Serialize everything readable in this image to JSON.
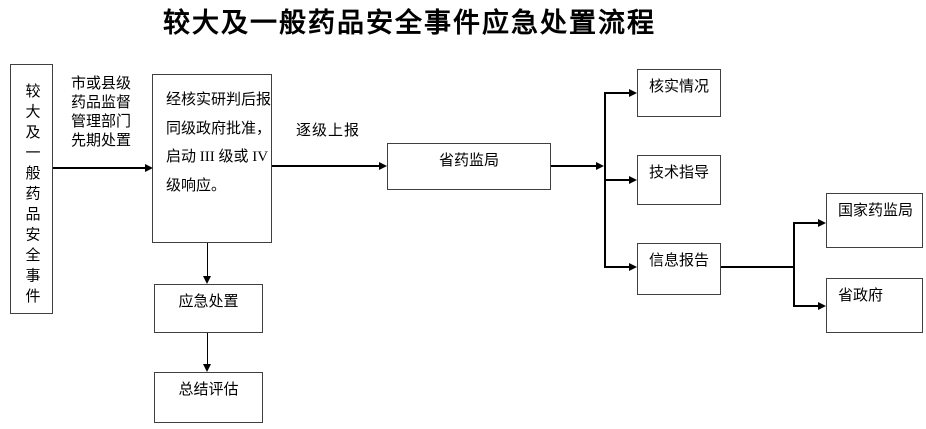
{
  "title": "较大及一般药品安全事件应急处置流程",
  "nodes": {
    "event": {
      "label": "较大及一般药品安全事件"
    },
    "approval": {
      "lines": [
        "经核实研判后报",
        "同级政府批准，",
        "启动 III 级或 IV",
        "级响应。"
      ]
    },
    "emergency": {
      "label": "应急处置"
    },
    "summary": {
      "label": "总结评估"
    },
    "provincial_drug_admin": {
      "label": "省药监局"
    },
    "verify": {
      "label": "核实情况"
    },
    "guidance": {
      "label": "技术指导"
    },
    "info_report": {
      "label": "信息报告"
    },
    "national_drug_admin": {
      "label": "国家药监局"
    },
    "provincial_gov": {
      "label": "省政府"
    }
  },
  "edge_labels": {
    "initial_disposal": {
      "lines": [
        "市或县级",
        "药品监督",
        "管理部门",
        "先期处置"
      ]
    },
    "escalate_report": {
      "label": "逐级上报"
    }
  },
  "colors": {
    "background": "#ffffff",
    "border": "#404040",
    "line": "#000000",
    "text": "#000000"
  }
}
